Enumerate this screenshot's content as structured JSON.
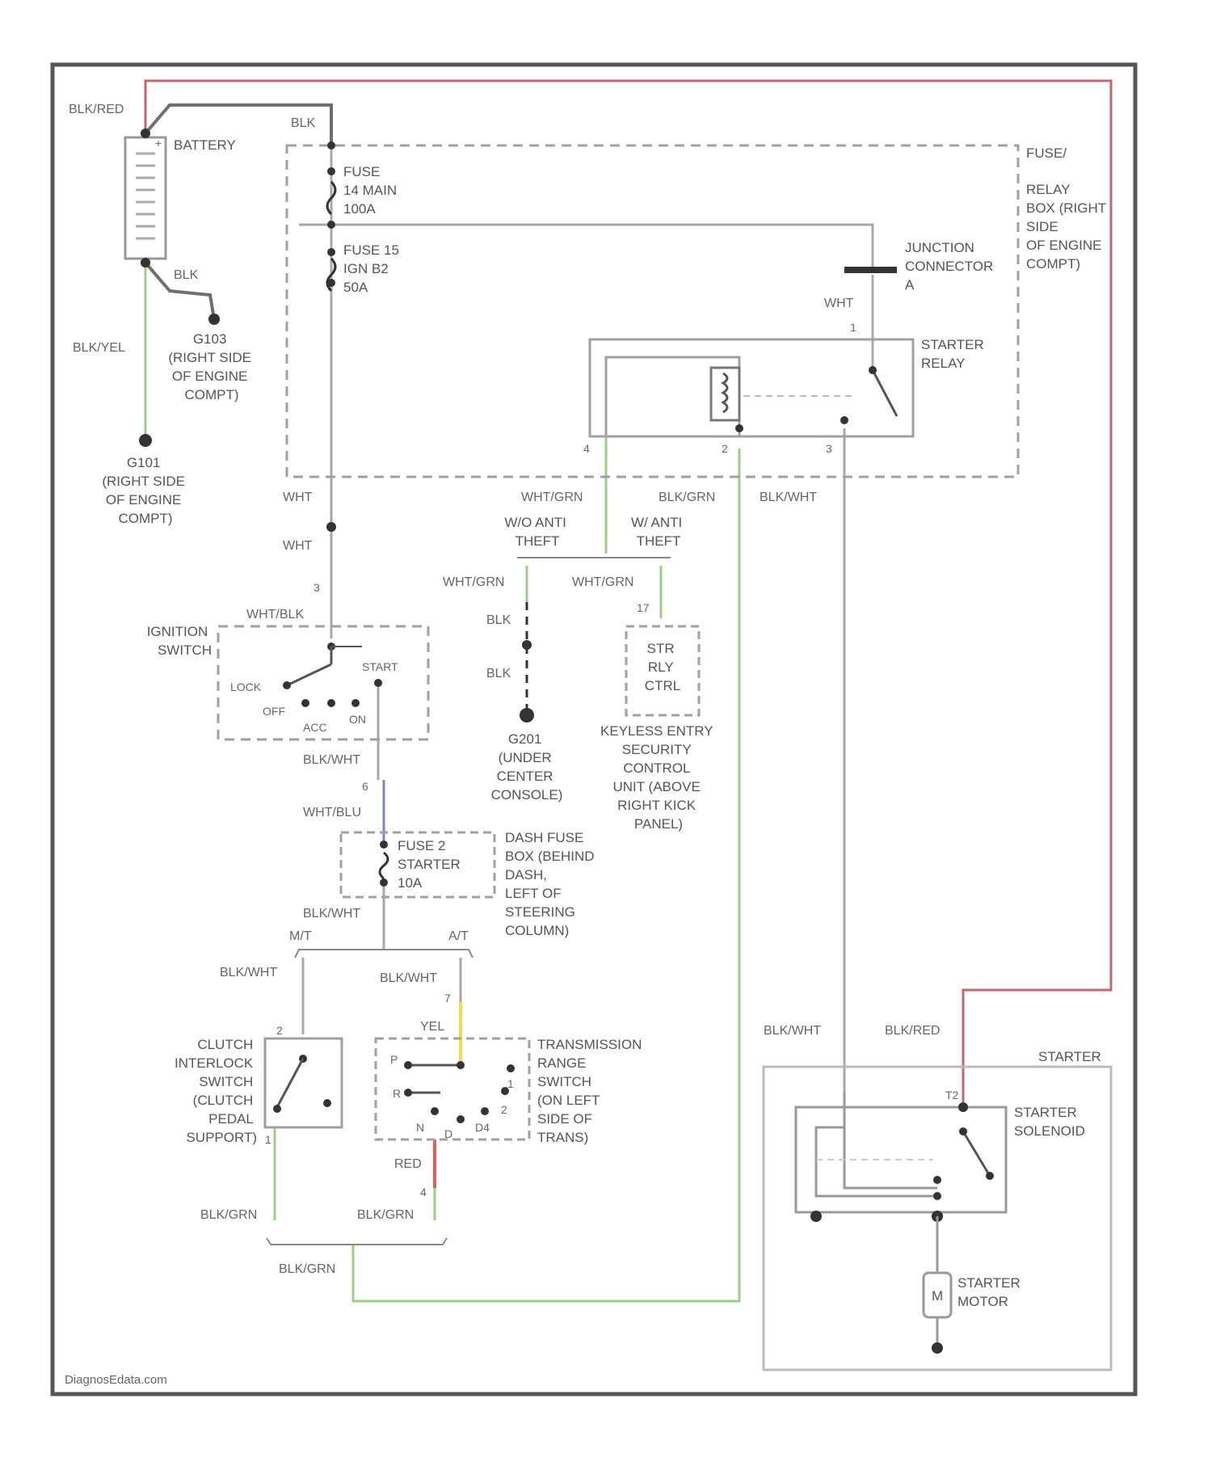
{
  "colors": {
    "frame": "#555555",
    "wire_red": "#c86464",
    "wire_green": "#9ccc86",
    "wire_gray": "#a8a8a8",
    "wire_dark": "#6e6e6e",
    "wire_yellow": "#e8e04a",
    "wire_blue": "#8080d0",
    "wire_redshort": "#e06060",
    "dashed_box": "#a0a0a0"
  },
  "wire_labels": {
    "blk_red_top": "BLK/RED",
    "blk_top": "BLK",
    "blk_batt": "BLK",
    "blk_yel": "BLK/YEL",
    "wht_junction": "WHT",
    "wht_1": "WHT",
    "wht_2": "WHT",
    "wht_blk": "WHT/BLK",
    "blk_wht_ign": "BLK/WHT",
    "wht_blu": "WHT/BLU",
    "blk_wht_fuse2": "BLK/WHT",
    "blk_wht_mt": "BLK/WHT",
    "blk_wht_at": "BLK/WHT",
    "yel": "YEL",
    "red": "RED",
    "blk_grn_clutch": "BLK/GRN",
    "blk_grn_trs": "BLK/GRN",
    "blk_grn_bottom": "BLK/GRN",
    "wht_grn_top": "WHT/GRN",
    "blk_grn_relay": "BLK/GRN",
    "blk_wht_relay": "BLK/WHT",
    "wht_grn_left": "WHT/GRN",
    "wht_grn_right": "WHT/GRN",
    "blk_1": "BLK",
    "blk_2": "BLK",
    "blk_wht_starter": "BLK/WHT",
    "blk_red_starter": "BLK/RED",
    "mt": "M/T",
    "at": "A/T"
  },
  "components": {
    "battery": "BATTERY",
    "fuse_14_line1": "FUSE",
    "fuse_14_line2": "14 MAIN",
    "fuse_14_line3": "100A",
    "fuse_15_line1": "FUSE 15",
    "fuse_15_line2": "IGN B2",
    "fuse_15_line3": "50A",
    "fuse_box": [
      "FUSE/",
      "RELAY",
      "BOX (RIGHT",
      "SIDE",
      "OF ENGINE",
      "COMPT)"
    ],
    "junction": [
      "JUNCTION",
      "CONNECTOR",
      "A"
    ],
    "starter_relay": [
      "STARTER",
      "RELAY"
    ],
    "g101": [
      "G101",
      "(RIGHT SIDE",
      "OF ENGINE",
      "COMPT)"
    ],
    "g103": [
      "G103",
      "(RIGHT SIDE",
      "OF ENGINE",
      "COMPT)"
    ],
    "ignition_switch": [
      "IGNITION",
      "SWITCH"
    ],
    "ign_positions": {
      "lock": "LOCK",
      "off": "OFF",
      "acc": "ACC",
      "on": "ON",
      "start": "START"
    },
    "without_anti_theft": [
      "W/O ANTI",
      "THEFT"
    ],
    "with_anti_theft": [
      "W/ ANTI",
      "THEFT"
    ],
    "g201": [
      "G201",
      "(UNDER",
      "CENTER",
      "CONSOLE)"
    ],
    "str_rly": [
      "STR",
      "RLY",
      "CTRL"
    ],
    "keyless": [
      "KEYLESS ENTRY",
      "SECURITY",
      "CONTROL",
      "UNIT (ABOVE",
      "RIGHT KICK",
      "PANEL)"
    ],
    "fuse_2": [
      "FUSE 2",
      "STARTER",
      "10A"
    ],
    "dash_fuse": [
      "DASH FUSE",
      "BOX (BEHIND",
      "DASH,",
      "LEFT OF",
      "STEERING",
      "COLUMN)"
    ],
    "clutch": [
      "CLUTCH",
      "INTERLOCK",
      "SWITCH",
      "(CLUTCH",
      "PEDAL",
      "SUPPORT)"
    ],
    "trs": [
      "TRANSMISSION",
      "RANGE",
      "SWITCH",
      "(ON LEFT",
      "SIDE OF",
      "TRANS)"
    ],
    "trs_positions": {
      "p": "P",
      "r": "R",
      "n": "N",
      "d": "D",
      "d4": "D4",
      "two": "2",
      "one": "1"
    },
    "starter": "STARTER",
    "starter_solenoid": [
      "STARTER",
      "SOLENOID"
    ],
    "starter_motor": [
      "STARTER",
      "MOTOR"
    ],
    "motor_symbol": "M"
  },
  "pins": {
    "batt_pos": "+",
    "relay_4": "4",
    "relay_2": "2",
    "relay_3": "3",
    "relay_1": "1",
    "ign_3": "3",
    "ign_6": "6",
    "clutch_2": "2",
    "clutch_1": "1",
    "trs_7": "7",
    "trs_4": "4",
    "keyless_17": "17",
    "starter_t2": "T2"
  },
  "footer": "DiagnosEdata.com"
}
